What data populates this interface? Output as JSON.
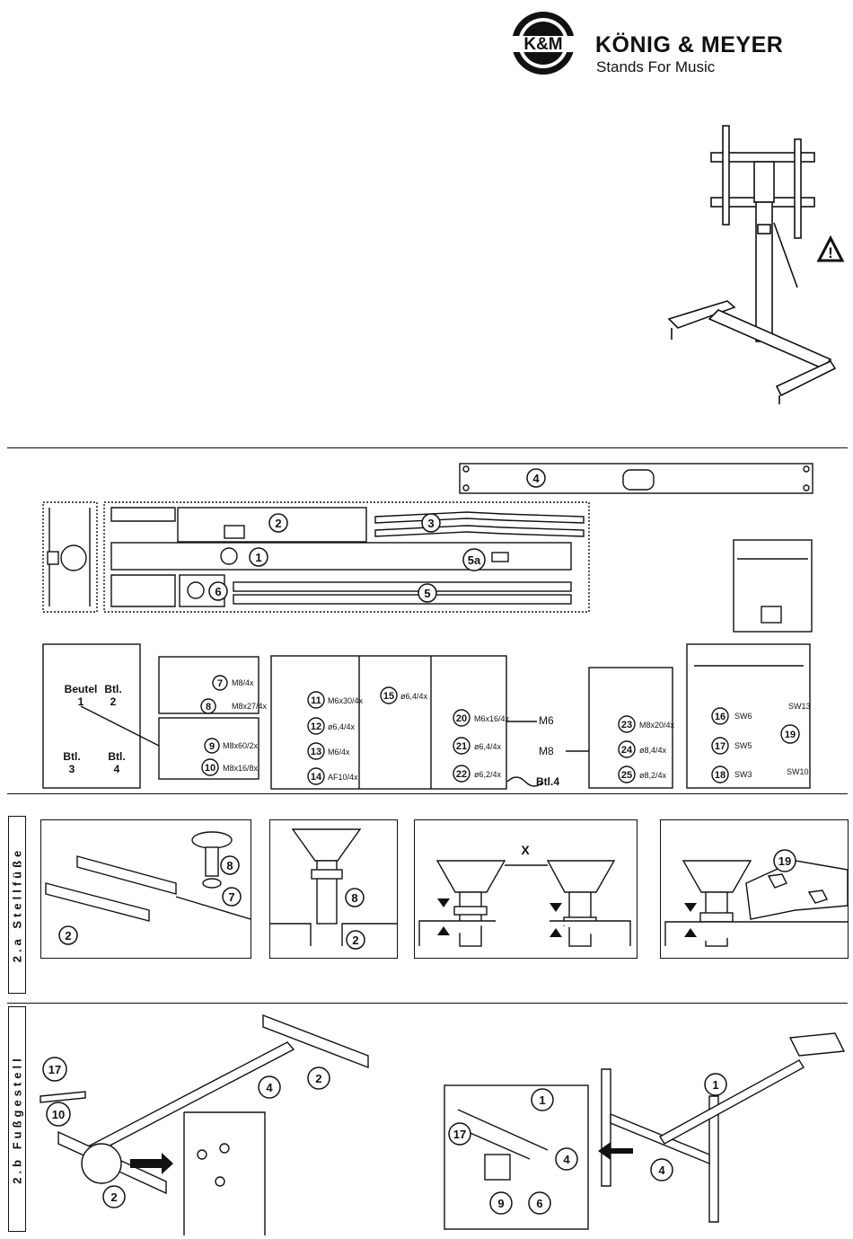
{
  "brand": {
    "logo_text": "K&M",
    "name": "KÖNIG & MEYER",
    "tagline": "Stands For Music",
    "colors": {
      "ink": "#111111"
    }
  },
  "parts": {
    "p1": "1",
    "p2": "2",
    "p3": "3",
    "p4": "4",
    "p5": "5",
    "p5a": "5a",
    "p6": "6",
    "p7": "7",
    "p8": "8",
    "p9": "9",
    "p10": "10",
    "p11": "11",
    "p12": "12",
    "p13": "13",
    "p14": "14",
    "p15": "15",
    "p16": "16",
    "p17": "17",
    "p18": "18",
    "p19": "19",
    "p20": "20",
    "p21": "21",
    "p22": "22",
    "p23": "23",
    "p24": "24",
    "p25": "25"
  },
  "specs": {
    "p7": "M8/4x",
    "p8": "M8x27/4x",
    "p9": "M8x60/2x",
    "p10": "M8x16/8x",
    "p11": "M6x30/4x",
    "p12": "ø6,4/4x",
    "p13": "M6/4x",
    "p14": "AF10/4x",
    "p15": "ø6,4/4x",
    "p20": "M6x16/4x",
    "p21": "ø6,4/4x",
    "p22": "ø6,2/4x",
    "p23": "M8x20/4x",
    "p24": "ø8,4/4x",
    "p25": "ø8,2/4x",
    "sw16": "SW6",
    "sw17": "SW5",
    "sw18": "SW3",
    "sw19a": "SW13",
    "sw19b": "SW10"
  },
  "bags": {
    "beutel1_a": "Beutel",
    "beutel1_b": "1",
    "btl2_a": "Btl.",
    "btl2_b": "2",
    "btl3_a": "Btl.",
    "btl3_b": "3",
    "btl4_a": "Btl.",
    "btl4_b": "4",
    "btl4_ref": "Btl.4"
  },
  "thread_labels": {
    "m6": "M6",
    "m8": "M8"
  },
  "sections": {
    "s2a": "2.a Stellfüße",
    "s2b": "2.b Fußgestell"
  },
  "step_marks": {
    "x": "X"
  }
}
